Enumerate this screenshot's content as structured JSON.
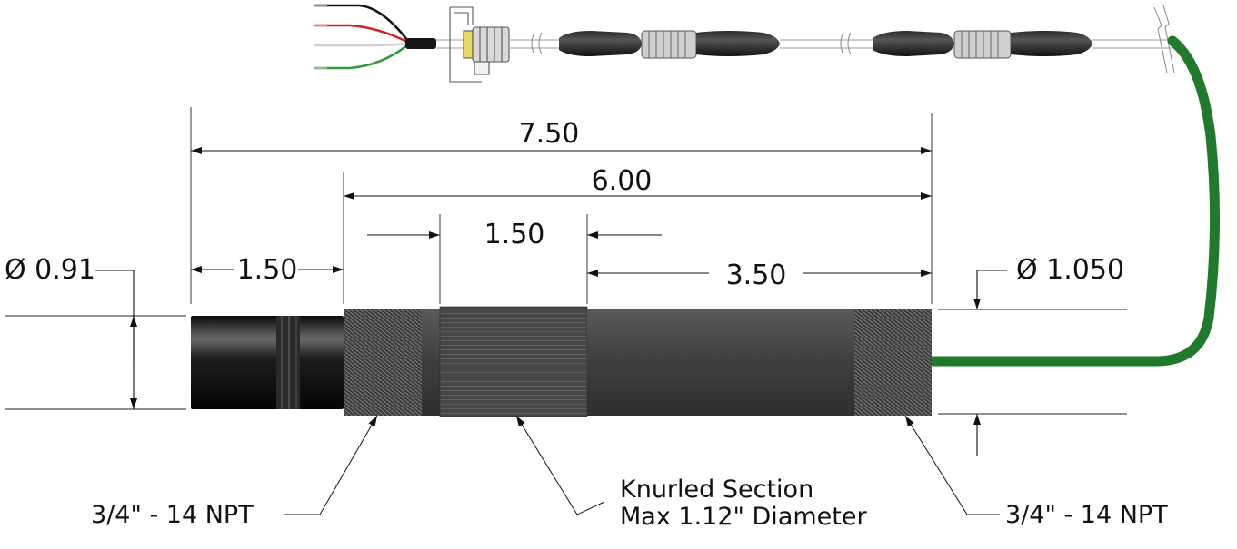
{
  "dimensions": {
    "overall_length": "7.50",
    "body_length": "6.00",
    "tip_length": "1.50",
    "knurled_length": "1.50",
    "rear_length": "3.50",
    "tip_diameter": "Ø 0.91",
    "pipe_diameter": "Ø 1.050"
  },
  "callouts": {
    "thread_left": "3/4\" - 14 NPT",
    "knurled_line1": "Knurled Section",
    "knurled_line2": "Max 1.12\" Diameter",
    "thread_right": "3/4\" - 14 NPT"
  },
  "colors": {
    "cable_green": "#1f7a2b",
    "body_gray": "#4a4a4a",
    "tip_black": "#1a1a1a",
    "wire_red": "#d62020",
    "wire_green": "#2e9a38",
    "wire_black": "#111111",
    "wire_white": "#d8d8d8"
  }
}
